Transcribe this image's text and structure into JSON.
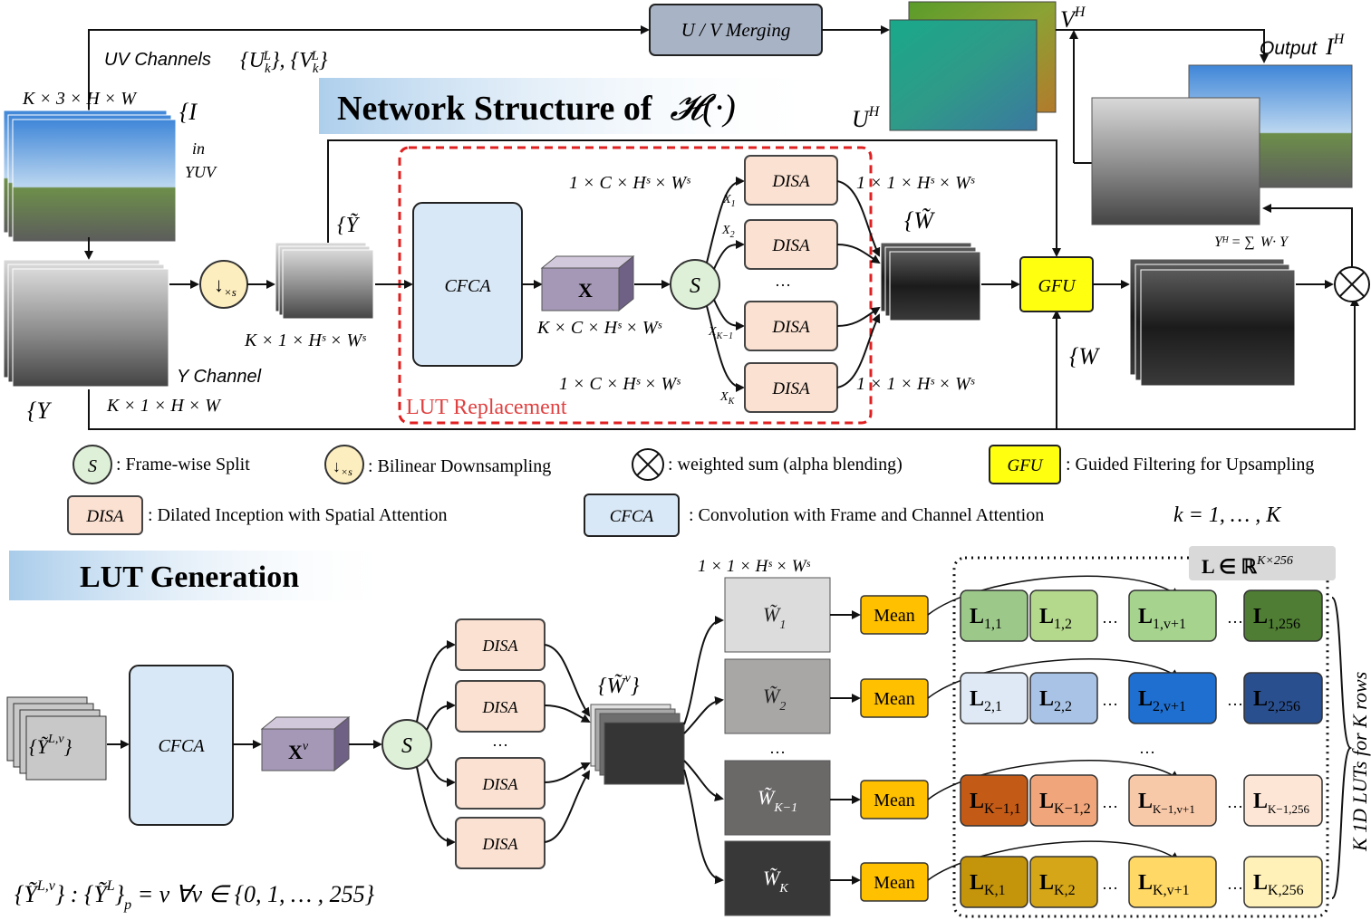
{
  "top": {
    "uv_merging": "U / V Merging",
    "uv_channels": "UV Channels",
    "uv_channels_math": "{U",
    "uv_sub_k": "k",
    "uv_sup_L": "L",
    "uv_mid": "}, {V",
    "uv_end": "}",
    "V_H": "V",
    "U_H": "U",
    "H_sup": "H",
    "output_label": "Output",
    "output_I": "I",
    "dims_input": "K × 3 × H × W",
    "I_set": "{I",
    "in": "in",
    "yuv": "YUV",
    "title_text": "Network Structure of",
    "title_math": "𝓗(·)",
    "y_channel": "Y Channel",
    "Y_set": "{Y",
    "dims_y": "K × 1 × H × W",
    "Ytilde_set": "{Ỹ",
    "dims_down": "K × 1 × Hˢ × Wˢ",
    "down_symbol": "↓",
    "down_sub": "×s",
    "cfca": "CFCA",
    "x_bold": "X",
    "dims_x": "K × C × Hˢ × Wˢ",
    "split": "S",
    "dims_split_top": "1 × C × Hˢ × Wˢ",
    "dims_split_bottom": "1 × C × Hˢ × Wˢ",
    "disa": "DISA",
    "ellipsis": "…",
    "dims_w_top": "1 × 1 × Hˢ × Wˢ",
    "dims_w_bottom": "1 × 1 × Hˢ × Wˢ",
    "X1": "X",
    "X2": "X",
    "XK1": "X",
    "XK": "X",
    "sub1": "1",
    "sub2": "2",
    "subK1": "K−1",
    "subK": "K",
    "lut_replacement": "LUT Replacement",
    "Wtilde_set": "{W̃",
    "gfu": "GFU",
    "W_set": "{W",
    "yh_eq": "Yᴴ = ∑",
    "yh_eq2": "W",
    "yh_eq3": "· Y",
    "otimes": "⊗"
  },
  "legend": {
    "s_symbol": "S",
    "s_text": ": Frame-wise Split",
    "down_text": ": Bilinear Downsampling",
    "otimes_text": ": weighted sum (alpha blending)",
    "gfu_text": ": Guided Filtering for Upsampling",
    "disa_text": ": Dilated Inception with Spatial Attention",
    "cfca_text": ": Convolution with Frame and Channel Attention",
    "k_range": "k = 1, … , K"
  },
  "bottom": {
    "title": "LUT Generation",
    "cfca": "CFCA",
    "xv": "X",
    "xv_sup": "v",
    "split": "S",
    "disa": "DISA",
    "ellipsis": "…",
    "ytilde_lv": "{Ỹ",
    "ytilde_lv_sup": "L,v",
    "wv_set": "{W̃",
    "wv_sup": "v",
    "dims_w": "1 × 1 × Hˢ × Wˢ",
    "w_labels": [
      "W̃",
      "W̃",
      "W̃",
      "W̃"
    ],
    "w_subs": [
      "1",
      "2",
      "K−1",
      "K"
    ],
    "mean": "Mean",
    "lut_space": "L ∈ ℝ",
    "lut_space_sup": "K×256",
    "lut_side": "K 1D LUTs for K rows",
    "lut_rows": [
      {
        "cells": [
          "L",
          "L",
          "L",
          "L"
        ],
        "subs": [
          "1,1",
          "1,2",
          "1,v+1",
          "1,256"
        ],
        "colors": [
          "#9cc98a",
          "#b4d88c",
          "#a6d48f",
          "#4e7d33"
        ]
      },
      {
        "cells": [
          "L",
          "L",
          "L",
          "L"
        ],
        "subs": [
          "2,1",
          "2,2",
          "2,v+1",
          "2,256"
        ],
        "colors": [
          "#dfe9f5",
          "#a9c3e6",
          "#1f6fd0",
          "#2a4f8f"
        ]
      },
      {
        "cells": [
          "L",
          "L",
          "L",
          "L"
        ],
        "subs": [
          "K−1,1",
          "K−1,2",
          "K−1,v+1",
          "K−1,256"
        ],
        "colors": [
          "#c35a16",
          "#f0a67a",
          "#f8c9a9",
          "#fde6d6"
        ]
      },
      {
        "cells": [
          "L",
          "L",
          "L",
          "L"
        ],
        "subs": [
          "K,1",
          "K,2",
          "K,v+1",
          "K,256"
        ],
        "colors": [
          "#c4940a",
          "#d5a618",
          "#ffd865",
          "#fff1b8"
        ]
      }
    ],
    "footer_formula": "{Ỹ",
    "footer_sup": "L,v",
    "footer_rest": "} :  {Ỹ",
    "footer_rest_sup": "L",
    "footer_end": "}",
    "footer_p": "p",
    "footer_eq": " = v   ∀v ∈ {0, 1, … , 255}"
  }
}
